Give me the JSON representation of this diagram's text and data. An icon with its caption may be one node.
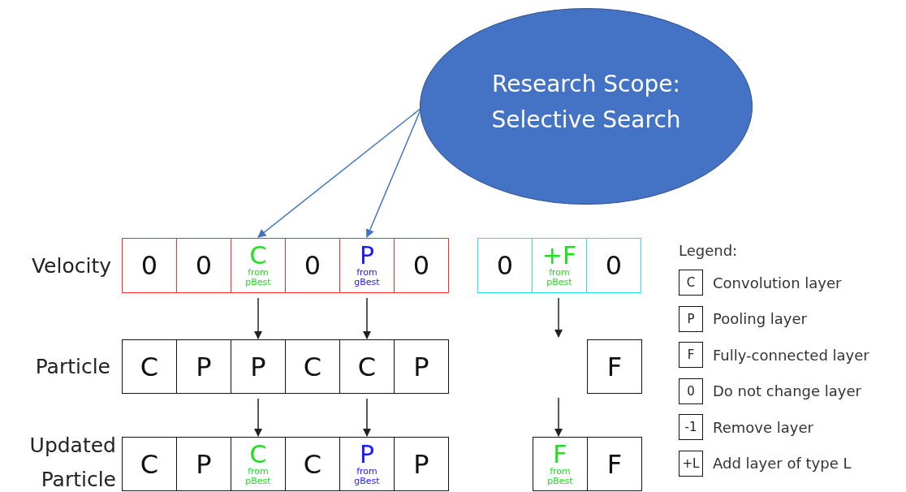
{
  "diagram": {
    "nodes": [
      {
        "text": [
          "Research Scope: Selective Search"
        ]
      },
      {
        "text": [
          "0"
        ]
      },
      {
        "text": [
          "0"
        ]
      },
      {
        "text": [
          "C",
          "from pBest"
        ]
      },
      {
        "text": [
          "0"
        ]
      },
      {
        "text": [
          "P",
          "from gBest"
        ]
      },
      {
        "text": [
          "0"
        ]
      },
      {
        "text": [
          "0"
        ]
      },
      {
        "text": [
          "+F",
          "from pBest"
        ]
      },
      {
        "text": [
          "0"
        ]
      },
      {
        "text": [
          "C"
        ]
      },
      {
        "text": [
          "P"
        ]
      },
      {
        "text": [
          "P"
        ]
      },
      {
        "text": [
          "C"
        ]
      },
      {
        "text": [
          "C"
        ]
      },
      {
        "text": [
          "P"
        ]
      },
      {
        "text": [
          "F"
        ]
      },
      {
        "text": [
          "C"
        ]
      },
      {
        "text": [
          "P"
        ]
      },
      {
        "text": [
          "C",
          "from pBest"
        ]
      },
      {
        "text": [
          "C"
        ]
      },
      {
        "text": [
          "P",
          "from gBest"
        ]
      },
      {
        "text": [
          "P"
        ]
      },
      {
        "text": [
          "F",
          "from pBest"
        ]
      },
      {
        "text": [
          "F"
        ]
      }
    ],
    "edges": [
      {
        "from": 0,
        "to": 3,
        "arrow": "to",
        "color": "#4472c4"
      },
      {
        "from": 0,
        "to": 5,
        "arrow": "to",
        "color": "#4472c4"
      },
      {
        "from": 3,
        "to": 12,
        "arrow": "to"
      },
      {
        "from": 5,
        "to": 14,
        "arrow": "to"
      },
      {
        "from": 8,
        "to": null,
        "arrow": "to"
      },
      {
        "from": 12,
        "to": 19,
        "arrow": "to"
      },
      {
        "from": 14,
        "to": 21,
        "arrow": "to"
      },
      {
        "from": null,
        "to": 23,
        "arrow": "to"
      }
    ],
    "labels": [
      "Velocity",
      "Particle",
      "Updated Particle",
      "Legend:",
      "C",
      "P",
      "F",
      "0",
      "-1",
      "+L"
    ],
    "legend": [
      {
        "text": "Convolution layer"
      },
      {
        "text": "Pooling layer"
      },
      {
        "text": "Fully-connected layer"
      },
      {
        "text": "Do not change layer"
      },
      {
        "text": "Remove layer"
      },
      {
        "text": "Add layer of type L"
      }
    ]
  }
}
